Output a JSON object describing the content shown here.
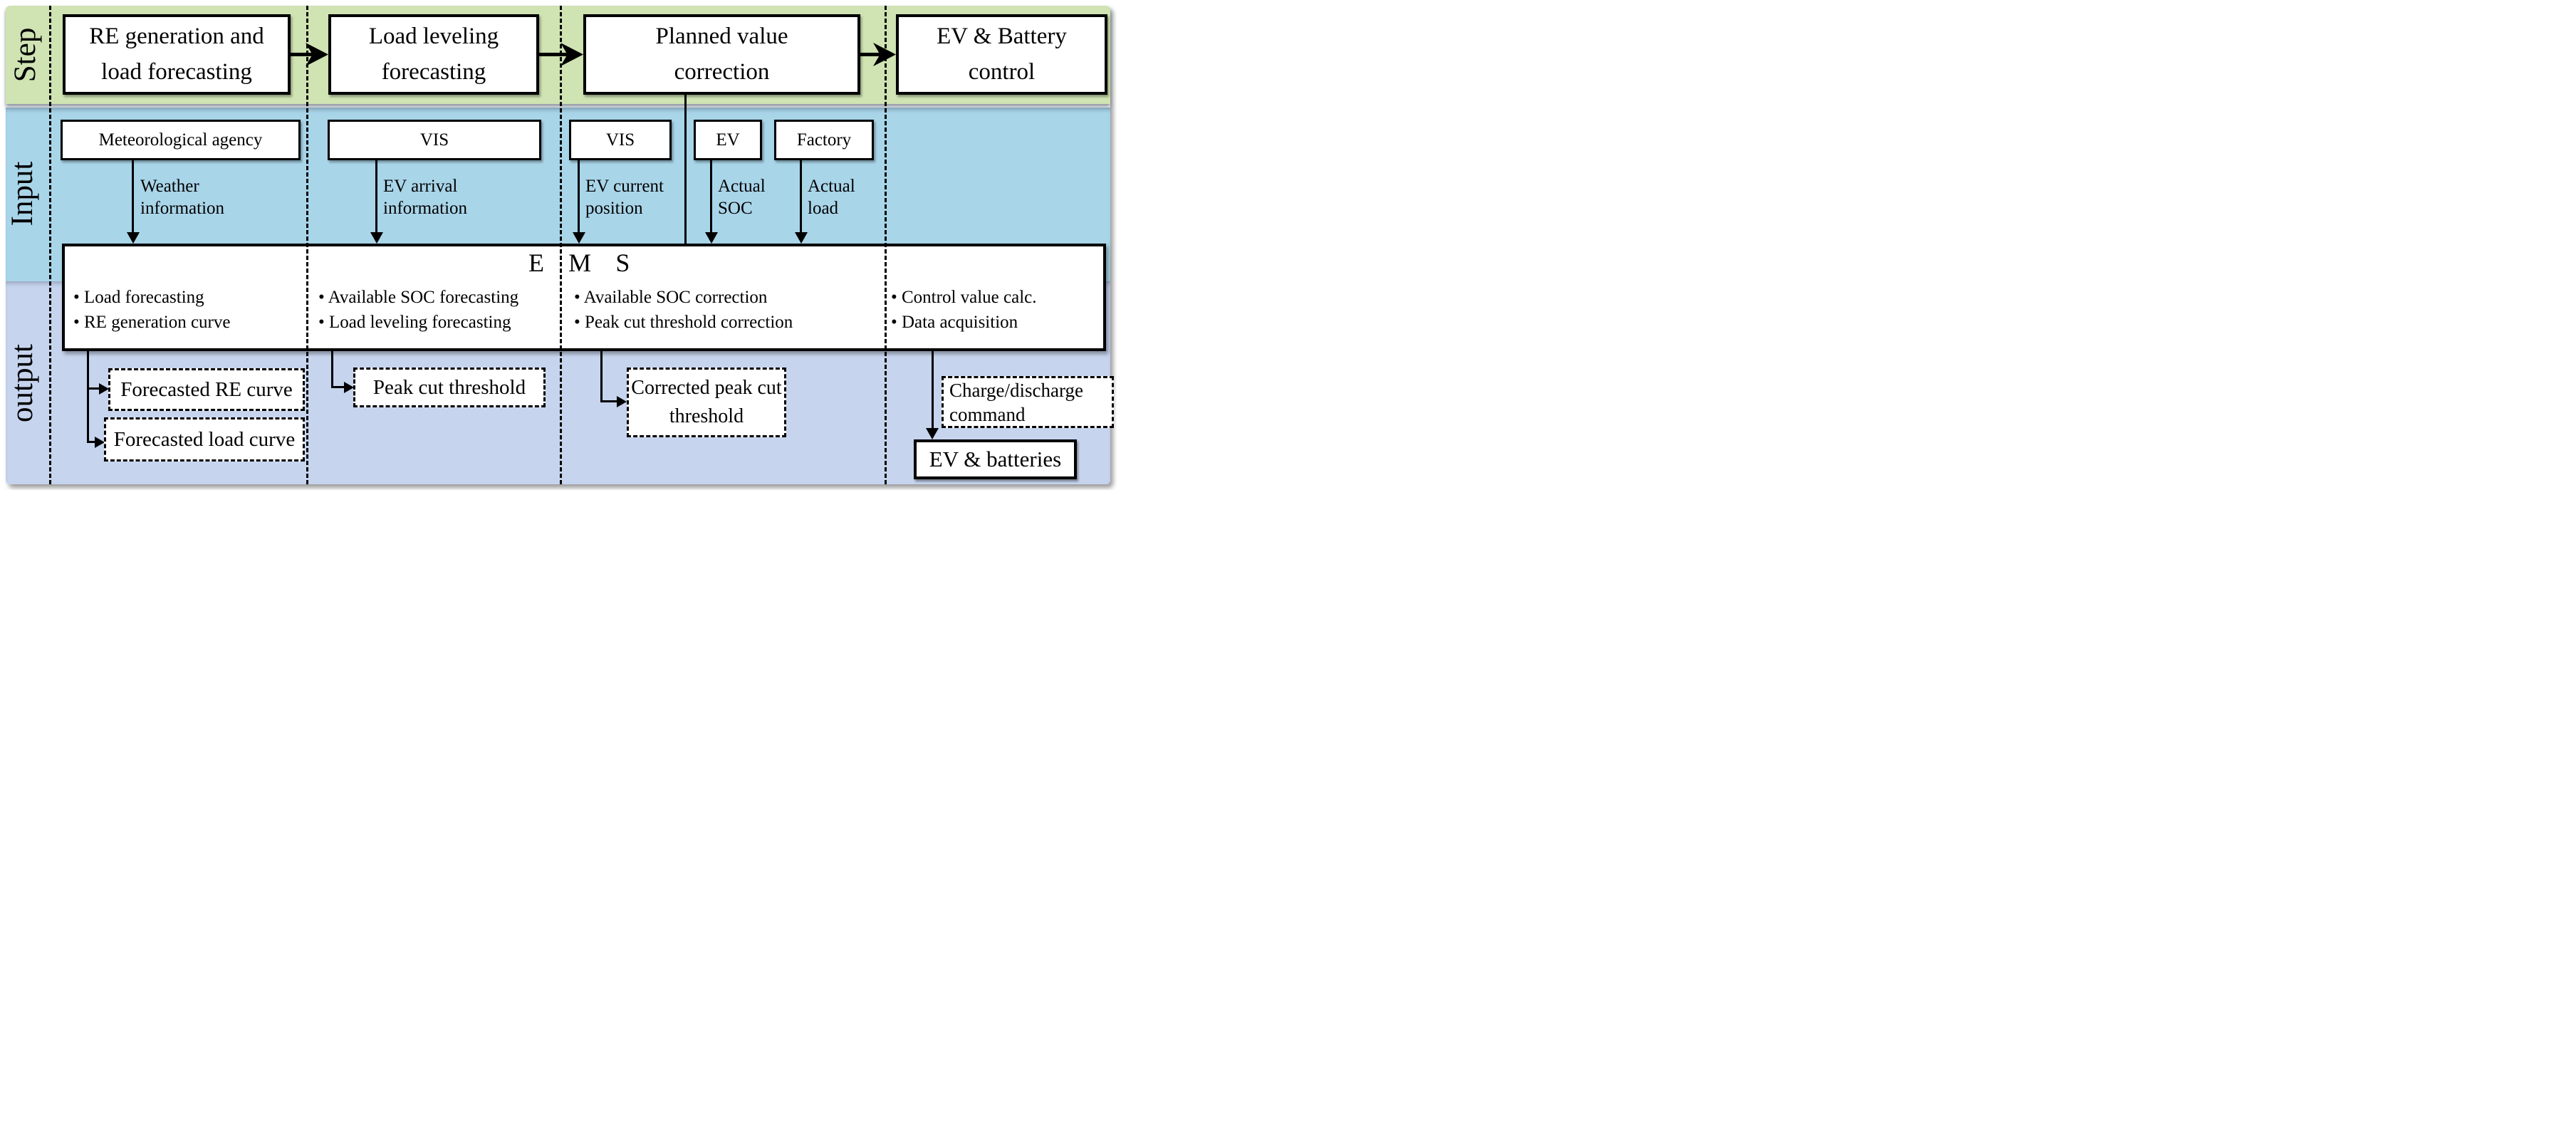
{
  "figure": {
    "rows": [
      {
        "label": "Step"
      },
      {
        "label": "Input"
      },
      {
        "label": "output"
      }
    ],
    "steps": [
      {
        "label": "RE generation and\nload forecasting"
      },
      {
        "label": "Load leveling\nforecasting"
      },
      {
        "label": "Planned value\ncorrection"
      },
      {
        "label": "EV & Battery\ncontrol"
      }
    ],
    "inputs": [
      {
        "source": "Meteorological agency",
        "signal": "Weather\ninformation"
      },
      {
        "source": "VIS",
        "signal": "EV arrival\ninformation"
      },
      {
        "source": "VIS",
        "signal": "EV current\nposition"
      },
      {
        "source": "EV",
        "signal": "Actual\nSOC"
      },
      {
        "source": "Factory",
        "signal": "Actual\nload"
      }
    ],
    "ems": {
      "title": "E M S",
      "function_groups": [
        {
          "items": [
            "• Load forecasting",
            "• RE generation curve"
          ]
        },
        {
          "items": [
            "• Available SOC forecasting",
            "• Load leveling forecasting"
          ]
        },
        {
          "items": [
            "• Available SOC correction",
            "• Peak cut threshold correction"
          ]
        },
        {
          "items": [
            "• Control value calc.",
            "• Data acquisition"
          ]
        }
      ]
    },
    "outputs": [
      {
        "label": "Forecasted RE curve"
      },
      {
        "label": "Forecasted load curve"
      },
      {
        "label": "Peak cut threshold"
      },
      {
        "label": "Corrected peak cut\nthreshold"
      },
      {
        "label": "Charge/discharge\ncommand"
      }
    ],
    "sink": {
      "label": "EV & batteries"
    },
    "colors": {
      "step_band": "#cfe3b3",
      "input_band": "#a9d5e9",
      "output_band": "#c6d4ee",
      "box_fill": "#ffffff",
      "line": "#000000"
    }
  }
}
